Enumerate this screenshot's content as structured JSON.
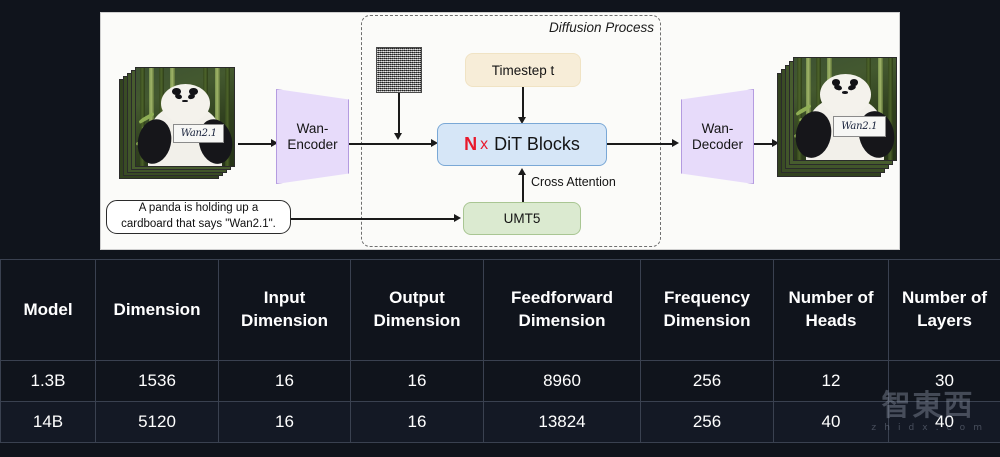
{
  "diagram": {
    "region_label": "Diffusion Process",
    "input_image": {
      "alt": "panda-holding-sign-input",
      "sign_text": "Wan2.1"
    },
    "output_image": {
      "alt": "panda-holding-sign-output",
      "sign_text": "Wan2.1"
    },
    "prompt_box": "A panda is holding up a cardboard that says \"Wan2.1\".",
    "encoder_label": "Wan-Encoder",
    "decoder_label": "Wan-Decoder",
    "timestep_label": "Timestep t",
    "dit_prefix_n": "N",
    "dit_prefix_x": "x",
    "dit_label": "DiT Blocks",
    "text_encoder_label": "UMT5",
    "cross_attention_label": "Cross Attention",
    "noise_tile_label": "gaussian-noise-latent",
    "colors": {
      "panel_bg": "#fbfbf9",
      "trapezoid": "#e7dbfa",
      "dit_block": "#d6e6f7",
      "timestep": "#f7edd8",
      "umt5": "#dbead0",
      "accent_red": "#e8192c"
    }
  },
  "table": {
    "headers": [
      "Model",
      "Dimension",
      "Input Dimension",
      "Output Dimension",
      "Feedforward Dimension",
      "Frequency Dimension",
      "Number of Heads",
      "Number of Layers"
    ],
    "header_lines": [
      [
        "Model"
      ],
      [
        "Dimension"
      ],
      [
        "Input",
        "Dimension"
      ],
      [
        "Output",
        "Dimension"
      ],
      [
        "Feedforward",
        "Dimension"
      ],
      [
        "Frequency",
        "Dimension"
      ],
      [
        "Number",
        "of",
        "Heads"
      ],
      [
        "Number",
        "of",
        "Layers"
      ]
    ],
    "rows": [
      [
        "1.3B",
        "1536",
        "16",
        "16",
        "8960",
        "256",
        "12",
        "30"
      ],
      [
        "14B",
        "5120",
        "16",
        "16",
        "13824",
        "256",
        "40",
        "40"
      ]
    ]
  },
  "watermark": {
    "brand": "智東西",
    "url": "z h i d x . c o m"
  }
}
